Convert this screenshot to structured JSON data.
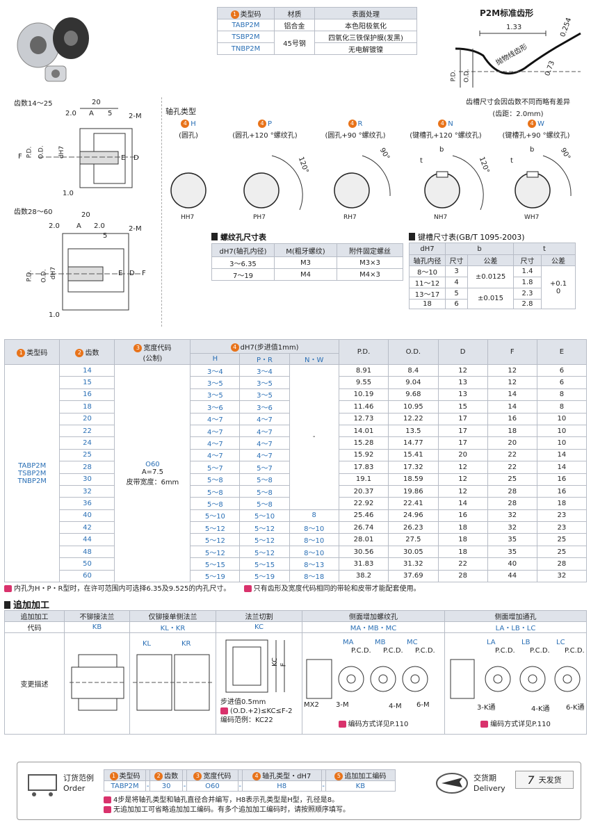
{
  "top_table": {
    "h_type": "类型码",
    "h_mat": "材质",
    "h_surf": "表面处理",
    "rows": [
      {
        "code": "TABP2M",
        "mat": "铝合金",
        "surf": "本色阳极氧化"
      },
      {
        "code": "TSBP2M",
        "mat": "45号钢",
        "surf": "四氧化三铁保护膜(发黑)"
      },
      {
        "code": "TNBP2M",
        "mat": "",
        "surf": "无电解镀镍"
      }
    ]
  },
  "tooth": {
    "title": "P2M标准齿形",
    "d1": "1.33",
    "d2": "0.254",
    "d3": "0.73",
    "label": "抛物线齿形",
    "pd": "P.D.",
    "od": "O.D.",
    "note1": "齿槽尺寸会因齿数不同而略有差异",
    "note2": "(齿距：2.0mm)"
  },
  "diag": {
    "t1": "齿数14～25",
    "t2": "齿数28～60",
    "d20": "20",
    "d2_0": "2.0",
    "dA": "A",
    "d5": "5",
    "d2M": "2-M",
    "dF": "F",
    "dPD": "P.D.",
    "dOD": "O.D.",
    "ddH7": "dH7",
    "dE": "E",
    "dD": "D",
    "d1_0": "1.0"
  },
  "bore": {
    "title": "轴孔类型",
    "types": [
      {
        "num": "4",
        "code": "H",
        "desc": "(圆孔)",
        "dim": "HH7"
      },
      {
        "num": "4",
        "code": "P",
        "desc": "(圆孔+120 °螺纹孔)",
        "dim": "PH7",
        "angle": "120°"
      },
      {
        "num": "4",
        "code": "R",
        "desc": "(圆孔+90 °螺纹孔)",
        "dim": "RH7",
        "angle": "90°"
      },
      {
        "num": "4",
        "code": "N",
        "desc": "(键槽孔+120 °螺纹孔)",
        "dim": "NH7",
        "angle": "120°"
      },
      {
        "num": "4",
        "code": "W",
        "desc": "(键槽孔+90 °螺纹孔)",
        "dim": "WH7",
        "angle": "90°"
      }
    ],
    "t_label": "t",
    "b_label": "b"
  },
  "screw_table": {
    "title": "螺纹孔尺寸表",
    "h": [
      "dH7(轴孔内径)",
      "M(粗牙螺纹)",
      "附件固定螺丝"
    ],
    "rows": [
      [
        "3～6.35",
        "M3",
        "M3×3"
      ],
      [
        "7～19",
        "M4",
        "M4×3"
      ]
    ]
  },
  "key_table": {
    "title": "键槽尺寸表(GB/T 1095-2003)",
    "h1": "dH7",
    "h2": "轴孔内径",
    "hb": "b",
    "ht": "t",
    "size": "尺寸",
    "tol": "公差",
    "rows": [
      [
        "8～10",
        "3",
        "±0.0125",
        "1.4"
      ],
      [
        "11～12",
        "4",
        "",
        "1.8"
      ],
      [
        "13～17",
        "5",
        "±0.015",
        "2.3"
      ],
      [
        "18",
        "6",
        "",
        "2.8"
      ]
    ],
    "t_tol": "+0.1\n0"
  },
  "main_table": {
    "h": [
      "类型码",
      "齿数",
      "宽度代码\n(公制)",
      "dH7(步进值1mm)",
      "P.D.",
      "O.D.",
      "D",
      "F",
      "E"
    ],
    "sub": [
      "H",
      "P・R",
      "N・W"
    ],
    "types": [
      "TABP2M",
      "TSBP2M",
      "TNBP2M"
    ],
    "width": [
      "O60",
      "A=7.5",
      "皮带宽度：6mm"
    ],
    "rows": [
      [
        "14",
        "3～4",
        "3～4",
        "",
        "8.91",
        "8.4",
        "12",
        "12",
        "6"
      ],
      [
        "15",
        "3～5",
        "3～5",
        "",
        "9.55",
        "9.04",
        "13",
        "12",
        "6"
      ],
      [
        "16",
        "3～5",
        "3～5",
        "",
        "10.19",
        "9.68",
        "13",
        "14",
        "8"
      ],
      [
        "18",
        "3～6",
        "3～6",
        "",
        "11.46",
        "10.95",
        "15",
        "14",
        "8"
      ],
      [
        "20",
        "4～7",
        "4～7",
        "",
        "12.73",
        "12.22",
        "17",
        "16",
        "10"
      ],
      [
        "22",
        "4～7",
        "4～7",
        "-",
        "14.01",
        "13.5",
        "17",
        "18",
        "10"
      ],
      [
        "24",
        "4～7",
        "4～7",
        "",
        "15.28",
        "14.77",
        "17",
        "20",
        "10"
      ],
      [
        "25",
        "4～7",
        "4～7",
        "",
        "15.92",
        "15.41",
        "20",
        "22",
        "14"
      ],
      [
        "28",
        "5～7",
        "5～7",
        "",
        "17.83",
        "17.32",
        "12",
        "22",
        "14"
      ],
      [
        "30",
        "5～8",
        "5～8",
        "",
        "19.1",
        "18.59",
        "12",
        "25",
        "16"
      ],
      [
        "32",
        "5～8",
        "5～8",
        "",
        "20.37",
        "19.86",
        "12",
        "28",
        "16"
      ],
      [
        "36",
        "5～8",
        "5～8",
        "",
        "22.92",
        "22.41",
        "14",
        "28",
        "18"
      ],
      [
        "40",
        "5～10",
        "5～10",
        "8",
        "25.46",
        "24.96",
        "16",
        "32",
        "23"
      ],
      [
        "42",
        "5～12",
        "5～12",
        "8～10",
        "26.74",
        "26.23",
        "18",
        "32",
        "23"
      ],
      [
        "44",
        "5～12",
        "5～12",
        "8～10",
        "28.01",
        "27.5",
        "18",
        "35",
        "25"
      ],
      [
        "48",
        "5～12",
        "5～12",
        "8～10",
        "30.56",
        "30.05",
        "18",
        "35",
        "25"
      ],
      [
        "50",
        "5～15",
        "5～15",
        "8～13",
        "31.83",
        "31.32",
        "22",
        "40",
        "28"
      ],
      [
        "60",
        "5～19",
        "5～19",
        "8～18",
        "38.2",
        "37.69",
        "28",
        "44",
        "32"
      ]
    ],
    "note1": "内孔为H・P・R型时，在许可范围内可选择6.35及9.525的内孔尺寸。",
    "note2": "只有齿形及宽度代码相同的带轮和皮带才能配套使用。"
  },
  "extra": {
    "title": "追加加工",
    "h": [
      "追加加工",
      "不铆接法兰",
      "仅铆接单侧法兰",
      "法兰切割",
      "侧面增加螺纹孔",
      "侧面增加通孔"
    ],
    "code_label": "代码",
    "codes": [
      "KB",
      "KL・KR",
      "KC",
      "MA・MB・MC",
      "LA・LB・LC"
    ],
    "desc_label": "变更描述",
    "kl": "KL",
    "kr": "KR",
    "kc": "KC",
    "f": "F",
    "kc_note1": "步进值0.5mm",
    "kc_note2": "(O.D.+2)≤KC≤F-2",
    "kc_note3": "编码范例：KC22",
    "ma": "MA",
    "mb": "MB",
    "mc": "MC",
    "pcd": "P.C.D.",
    "mx2": "MX2",
    "m3": "3-M",
    "m4": "4-M",
    "m6": "6-M",
    "m_note": "编码方式详见P.110",
    "la": "LA",
    "lb": "LB",
    "lc": "LC",
    "k3": "3-K通",
    "k4": "4-K通",
    "k6": "6-K通",
    "l_note": "编码方式详见P.110"
  },
  "order": {
    "label": "订货范例",
    "label_en": "Order",
    "h": [
      "类型码",
      "齿数",
      "宽度代码",
      "轴孔类型・dH7",
      "追加加工编码"
    ],
    "v": [
      "TABP2M",
      "30",
      "O60",
      "H8",
      "KB"
    ],
    "note1": "4步是将轴孔类型和轴孔直径合并编写，H8表示孔类型是H型，孔径是8。",
    "note2": "无追加加工可省略追加加工编码。有多个追加加工编码时，请按照顺序填写。",
    "delivery": "交货期",
    "delivery_en": "Delivery",
    "days": "7",
    "days_label": "天发货"
  },
  "colors": {
    "accent": "#e8731a",
    "blue": "#2a6fb5",
    "header": "#dfe3ea",
    "note": "#d9326c"
  }
}
